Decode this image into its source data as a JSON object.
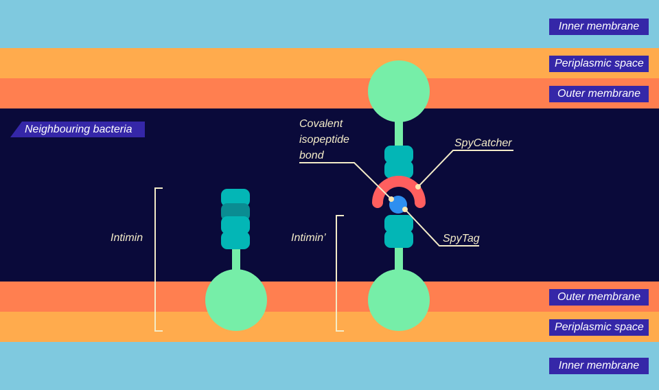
{
  "colors": {
    "inner_membrane": "#7fc9df",
    "periplasmic_space": "#ffab4d",
    "outer_membrane": "#ff7f50",
    "extracellular": "#0a0a3a",
    "protein_head": "#76eea8",
    "domain": "#03b6b6",
    "domain_dark": "#0a8c92",
    "spycatcher": "#ff5f5f",
    "spytag": "#2e8ff0",
    "tag_bg": "#3527a8",
    "annotation": "#f4ecc8"
  },
  "top": {
    "inner_membrane": "Inner membrane",
    "periplasmic_space": "Periplasmic space",
    "outer_membrane": "Outer membrane"
  },
  "bottom": {
    "outer_membrane": "Outer membrane",
    "periplasmic_space": "Periplasmic space",
    "inner_membrane": "Inner membrane"
  },
  "neighbouring_bacteria": "Neighbouring bacteria",
  "labels": {
    "intimin": "Intimin",
    "intimin_prime": "Intimin’",
    "covalent_bond_line1": "Covalent",
    "covalent_bond_line2": "isopeptide",
    "covalent_bond_line3": "bond",
    "spycatcher": "SpyCatcher",
    "spytag": "SpyTag"
  }
}
